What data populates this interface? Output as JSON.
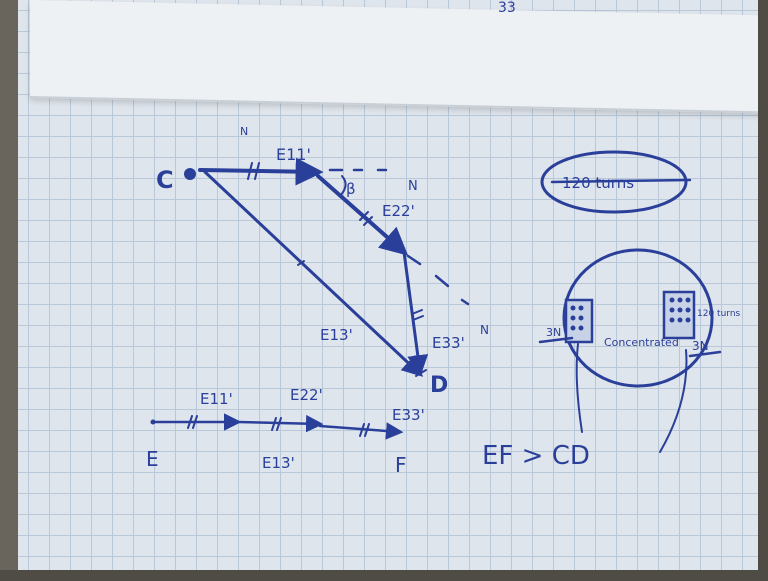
{
  "labels": {
    "top_fragment": "33",
    "point_c": "C",
    "point_d": "D",
    "point_e": "E",
    "point_f": "F",
    "vec_e11": "E11'",
    "vec_e22": "E22'",
    "vec_e33": "E33'",
    "vec_e13": "E13'",
    "n_top": "N",
    "n_mid": "N",
    "n_right": "N",
    "beta": "β",
    "line_e11": "E11'",
    "line_e22": "E22'",
    "line_e33": "E33'",
    "line_e13": "E13'",
    "turns_boxed": "120 turns",
    "concentrated": "Concentrated",
    "left_3n": "3N",
    "right_3n": "3N",
    "right_turns": "120 turns",
    "comparison": "EF > CD"
  }
}
